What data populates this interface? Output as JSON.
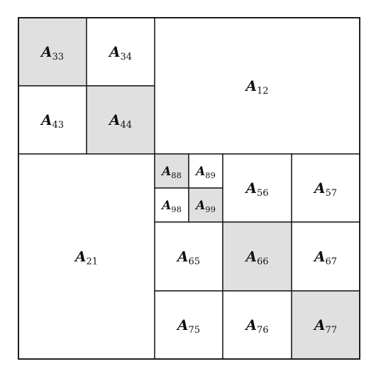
{
  "colors": {
    "shaded": "#e0e0e0",
    "plain": "#ffffff",
    "border": "#111111",
    "text": "#111111"
  },
  "blocks": [
    {
      "id": "A33",
      "symbol": "A",
      "subscript": "33",
      "shaded": true
    },
    {
      "id": "A34",
      "symbol": "A",
      "subscript": "34",
      "shaded": false
    },
    {
      "id": "A43",
      "symbol": "A",
      "subscript": "43",
      "shaded": false
    },
    {
      "id": "A44",
      "symbol": "A",
      "subscript": "44",
      "shaded": true
    },
    {
      "id": "A12",
      "symbol": "A",
      "subscript": "12",
      "shaded": false
    },
    {
      "id": "A21",
      "symbol": "A",
      "subscript": "21",
      "shaded": false
    },
    {
      "id": "A88",
      "symbol": "A",
      "subscript": "88",
      "shaded": true
    },
    {
      "id": "A89",
      "symbol": "A",
      "subscript": "89",
      "shaded": false
    },
    {
      "id": "A98",
      "symbol": "A",
      "subscript": "98",
      "shaded": false
    },
    {
      "id": "A99",
      "symbol": "A",
      "subscript": "99",
      "shaded": true
    },
    {
      "id": "A56",
      "symbol": "A",
      "subscript": "56",
      "shaded": false
    },
    {
      "id": "A57",
      "symbol": "A",
      "subscript": "57",
      "shaded": false
    },
    {
      "id": "A65",
      "symbol": "A",
      "subscript": "65",
      "shaded": false
    },
    {
      "id": "A66",
      "symbol": "A",
      "subscript": "66",
      "shaded": true
    },
    {
      "id": "A67",
      "symbol": "A",
      "subscript": "67",
      "shaded": false
    },
    {
      "id": "A75",
      "symbol": "A",
      "subscript": "75",
      "shaded": false
    },
    {
      "id": "A76",
      "symbol": "A",
      "subscript": "76",
      "shaded": false
    },
    {
      "id": "A77",
      "symbol": "A",
      "subscript": "77",
      "shaded": true
    }
  ]
}
